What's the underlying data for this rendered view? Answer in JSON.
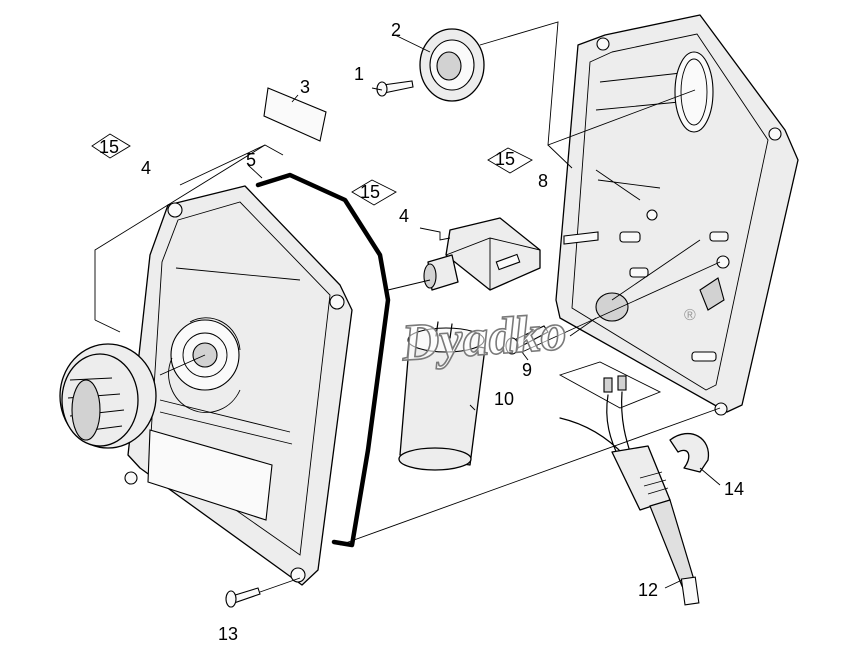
{
  "callouts": {
    "n1": "1",
    "n2": "2",
    "n3": "3",
    "n4a": "4",
    "n4b": "4",
    "n5": "5",
    "n8": "8",
    "n9": "9",
    "n10": "10",
    "n12": "12",
    "n13": "13",
    "n14": "14",
    "n15a": "15",
    "n15b": "15",
    "n15c": "15"
  },
  "watermark": {
    "text": "Dyadko",
    "registered": "®"
  }
}
